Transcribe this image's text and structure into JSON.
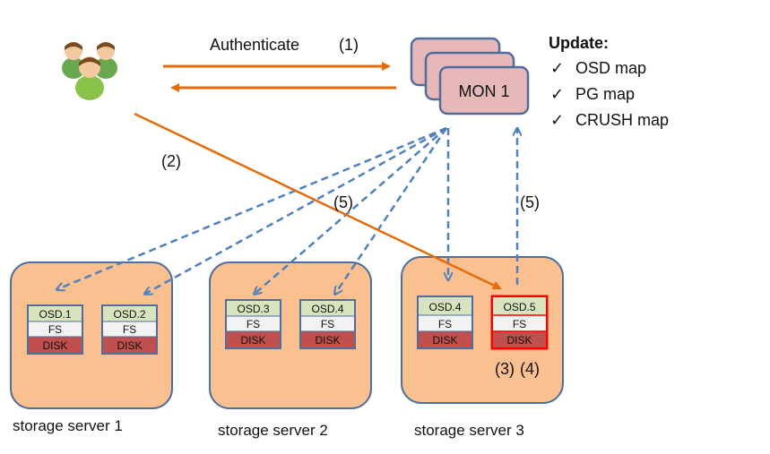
{
  "labels": {
    "authenticate": "Authenticate",
    "step1": "(1)",
    "step2": "(2)",
    "step5_left": "(5)",
    "step5_right": "(5)",
    "step3": "(3)",
    "step4": "(4)"
  },
  "monitor": {
    "label": "MON 1"
  },
  "update": {
    "title": "Update:",
    "check": "✓",
    "items": [
      "OSD map",
      "PG map",
      "CRUSH map"
    ]
  },
  "servers": [
    {
      "name": "storage server 1",
      "osds": [
        {
          "label": "OSD.1",
          "fs": "FS",
          "disk": "DISK"
        },
        {
          "label": "OSD.2",
          "fs": "FS",
          "disk": "DISK"
        }
      ]
    },
    {
      "name": "storage server 2",
      "osds": [
        {
          "label": "OSD.3",
          "fs": "FS",
          "disk": "DISK"
        },
        {
          "label": "OSD.4",
          "fs": "FS",
          "disk": "DISK"
        }
      ]
    },
    {
      "name": "storage server 3",
      "osds": [
        {
          "label": "OSD.4",
          "fs": "FS",
          "disk": "DISK"
        },
        {
          "label": "OSD.5",
          "fs": "FS",
          "disk": "DISK",
          "highlight": true
        }
      ]
    }
  ],
  "colors": {
    "orange_arrow": "#e46c0a",
    "blue_dashed": "#4f81bd",
    "server_fill": "#fac090",
    "mon_fill": "#e6b9b8",
    "osd_green": "#d7e4bd",
    "disk_red": "#c0504d",
    "highlight": "#ff0000"
  }
}
